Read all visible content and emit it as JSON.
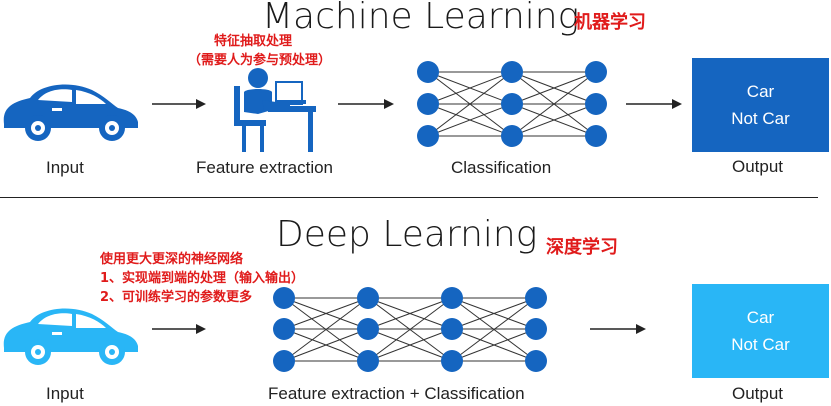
{
  "top": {
    "title": "Machine Learning",
    "title_cn": "机器学习",
    "note_line1": "特征抽取处理",
    "note_line2": "（需要人为参与预处理）",
    "labels": {
      "input": "Input",
      "feature": "Feature extraction",
      "classification": "Classification",
      "output": "Output"
    },
    "output_box": {
      "line1": "Car",
      "line2": "Not Car",
      "color": "#1565c0"
    }
  },
  "bottom": {
    "title": "Deep Learning",
    "title_cn": "深度学习",
    "notes": [
      "使用更大更深的神经网络",
      "1、实现端到端的处理（输入输出）",
      "2、可训练学习的参数更多"
    ],
    "labels": {
      "input": "Input",
      "feature_classification": "Feature extraction + Classification",
      "output": "Output"
    },
    "output_box": {
      "line1": "Car",
      "line2": "Not Car",
      "color": "#29b6f6"
    }
  },
  "colors": {
    "node_blue": "#1565c0",
    "car_dark": "#1565c0",
    "car_light": "#29b6f6",
    "annotation_red": "#e01b1b"
  },
  "icons": [
    "car-icon",
    "person-at-desk-icon",
    "arrow-right-icon",
    "neural-network-icon"
  ]
}
